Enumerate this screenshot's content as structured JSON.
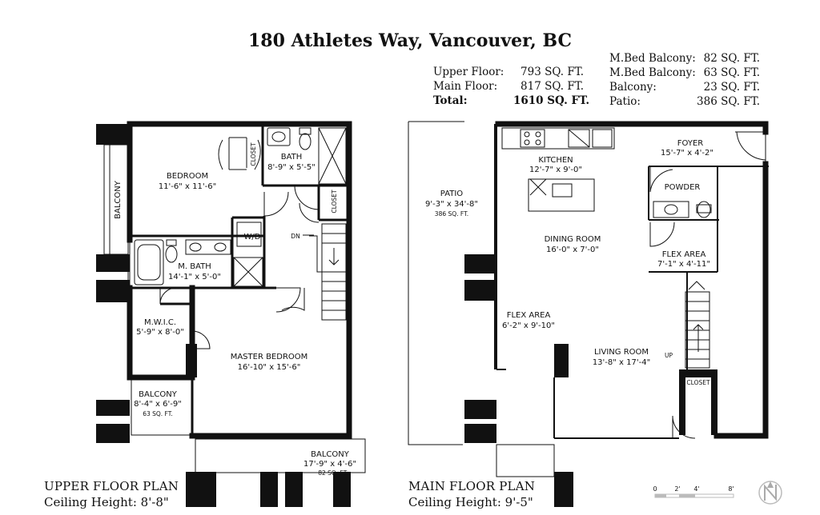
{
  "title": "180 Athletes Way, Vancouver, BC",
  "areas_left": [
    {
      "label": "Upper Floor:",
      "value": "793 SQ. FT."
    },
    {
      "label": "Main Floor:",
      "value": "817 SQ. FT."
    },
    {
      "label": "Total:",
      "value": "1610 SQ. FT."
    }
  ],
  "areas_right": [
    {
      "label": "M.Bed Balcony:",
      "value": "82 SQ. FT."
    },
    {
      "label": "M.Bed Balcony:",
      "value": "63 SQ. FT."
    },
    {
      "label": "Balcony:",
      "value": "23 SQ. FT."
    },
    {
      "label": "Patio:",
      "value": "386 SQ. FT."
    }
  ],
  "upper_plan": {
    "caption": "UPPER FLOOR PLAN",
    "ceiling": "Ceiling Height: 8'-8\"",
    "rooms": {
      "bedroom": {
        "name": "BEDROOM",
        "dim": "11'-6\" x 11'-6\""
      },
      "closet1": {
        "name": "CLOSET"
      },
      "bath": {
        "name": "BATH",
        "dim": "8'-9\" x 5'-5\""
      },
      "closet2": {
        "name": "CLOSET"
      },
      "balcony_side": {
        "name": "BALCONY"
      },
      "wd": {
        "name": "W/D"
      },
      "dn": {
        "name": "DN"
      },
      "mbath": {
        "name": "M. BATH",
        "dim": "14'-1\" x 5'-0\""
      },
      "mwic": {
        "name": "M.W.I.C.",
        "dim": "5'-9\" x 8'-0\""
      },
      "master": {
        "name": "MASTER BEDROOM",
        "dim": "16'-10\" x 15'-6\""
      },
      "balcony_left": {
        "name": "BALCONY",
        "dim": "8'-4\" x 6'-9\"",
        "area": "63 SQ. FT."
      },
      "balcony_bottom": {
        "name": "BALCONY",
        "dim": "17'-9\" x 4'-6\"",
        "area": "82 SQ. FT."
      }
    }
  },
  "main_plan": {
    "caption": "MAIN FLOOR PLAN",
    "ceiling": "Ceiling Height: 9'-5\"",
    "rooms": {
      "patio": {
        "name": "PATIO",
        "dim": "9'-3\" x 34'-8\"",
        "area": "386 SQ. FT."
      },
      "kitchen": {
        "name": "KITCHEN",
        "dim": "12'-7\" x 9'-0\""
      },
      "foyer": {
        "name": "FOYER",
        "dim": "15'-7\" x 4'-2\""
      },
      "powder": {
        "name": "POWDER"
      },
      "dining": {
        "name": "DINING ROOM",
        "dim": "16'-0\" x 7'-0\""
      },
      "flex1": {
        "name": "FLEX AREA",
        "dim": "7'-1\" x 4'-11\""
      },
      "flex2": {
        "name": "FLEX AREA",
        "dim": "6'-2\" x 9'-10\""
      },
      "living": {
        "name": "LIVING ROOM",
        "dim": "13'-8\" x 17'-4\""
      },
      "up": {
        "name": "UP"
      },
      "closet": {
        "name": "CLOSET"
      }
    }
  },
  "scale": {
    "ticks": [
      "0",
      "2'",
      "4'",
      "8'"
    ]
  },
  "icons": {
    "north": "north-arrow-icon"
  }
}
